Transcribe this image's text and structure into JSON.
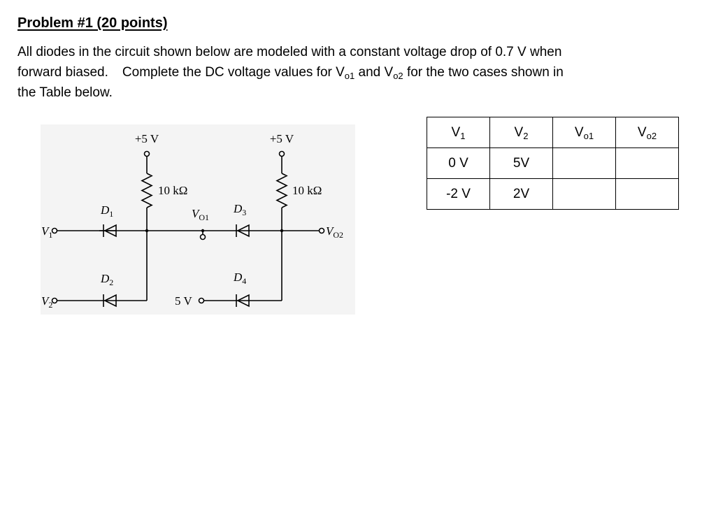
{
  "problem": {
    "title": "Problem #1 (20 points)",
    "lines": [
      {
        "text": "All diodes in the circuit shown below are modeled with a constant voltage drop of 0.7 V when"
      },
      {
        "a": "forward biased.",
        "b": "Complete the DC voltage values for V",
        "b_sub": "o1",
        "c": " and V",
        "c_sub": "o2",
        "d": " for the two cases shown in"
      },
      {
        "text": "the Table below."
      }
    ]
  },
  "circuit": {
    "supply_left": "+5 V",
    "supply_right": "+5 V",
    "resistor_left": "10 kΩ",
    "resistor_right": "10 kΩ",
    "d1": {
      "main": "D",
      "sub": "1"
    },
    "d2": {
      "main": "D",
      "sub": "2"
    },
    "d3": {
      "main": "D",
      "sub": "3"
    },
    "d4": {
      "main": "D",
      "sub": "4"
    },
    "v1": {
      "main": "V",
      "sub": "1"
    },
    "v2": {
      "main": "V",
      "sub": "2"
    },
    "vo1": {
      "main": "V",
      "sub": "O1"
    },
    "vo2": {
      "main": "V",
      "sub": "O2"
    },
    "source_5v": "5 V"
  },
  "table": {
    "headers": [
      {
        "main": "V",
        "sub": "1"
      },
      {
        "main": "V",
        "sub": "2"
      },
      {
        "main": "V",
        "sub": "o1"
      },
      {
        "main": "V",
        "sub": "o2"
      }
    ],
    "rows": [
      [
        "0 V",
        "5V",
        "",
        ""
      ],
      [
        "-2 V",
        "2V",
        "",
        ""
      ]
    ]
  }
}
